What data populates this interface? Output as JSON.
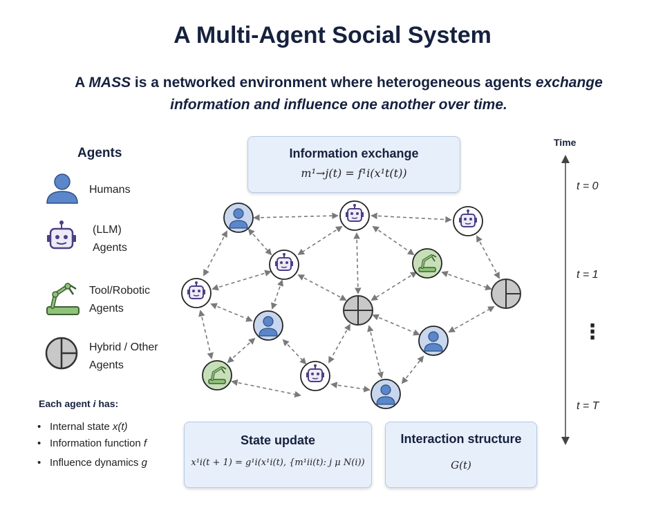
{
  "title": "A Multi-Agent Social System",
  "subtitle": {
    "prefix": "A ",
    "mass": "MASS",
    "middle": " is a networked environment where heterogeneous agents ",
    "italic_line1": "exchange",
    "italic_line2": "information and influence one another over time."
  },
  "legend": {
    "title": "Agents",
    "items": [
      {
        "icon": "human-icon",
        "label_lines": [
          "Humans"
        ]
      },
      {
        "icon": "robot-icon",
        "label_lines": [
          "(LLM)",
          "Agents"
        ]
      },
      {
        "icon": "robotic-arm-icon",
        "label_lines": [
          "Tool/Robotic",
          "Agents"
        ]
      },
      {
        "icon": "hybrid-icon",
        "label_lines": [
          "Hybrid / Other",
          "Agents"
        ]
      }
    ]
  },
  "agent_properties": {
    "title_prefix": "Each agent ",
    "title_var": "i",
    "title_suffix": " has:",
    "items": [
      {
        "text": "Internal state ",
        "var": "x(t)"
      },
      {
        "text": "Information function ",
        "var": "f"
      },
      {
        "text": "Influence dynamics ",
        "var": "g"
      }
    ]
  },
  "info_exchange": {
    "title": "Information exchange",
    "formula": "m¹→j(t) = f¹i(x¹t(t))"
  },
  "state_update": {
    "title": "State update",
    "formula": "x¹i(t + 1) = g¹i(x¹i(t), {m¹ii(t): j μ N(i))"
  },
  "interaction_structure": {
    "title": "Interaction structure",
    "formula": "G(t)"
  },
  "timeline": {
    "title": "Time",
    "labels": [
      "t = 0",
      "t = 1",
      "t = T"
    ],
    "ellipsis": "⋮"
  },
  "colors": {
    "title": "#16213e",
    "human_fill": "#5b86c9",
    "human_bg": "#c9d7ee",
    "robot": "#4b3f85",
    "arm_fill": "#8fc27a",
    "arm_bg": "#c7dfb9",
    "hybrid": "#c8c8c8",
    "box_bg": "#e7effa"
  }
}
